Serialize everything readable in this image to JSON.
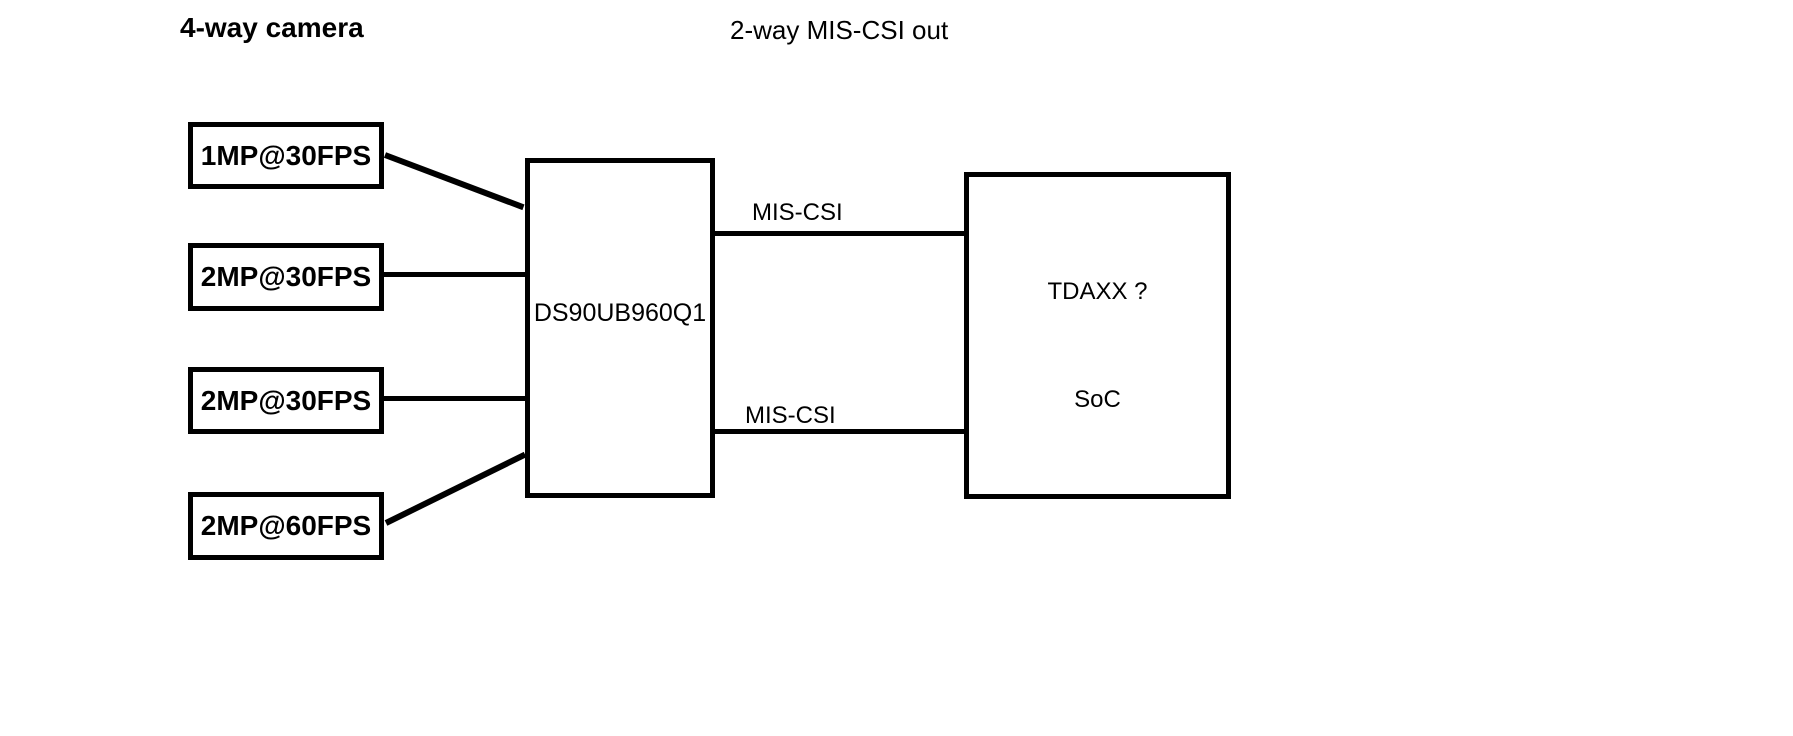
{
  "titles": {
    "left_group": "4-way camera",
    "right_group": "2-way MIS-CSI out"
  },
  "camera_boxes": [
    {
      "label": "1MP@30FPS"
    },
    {
      "label": "2MP@30FPS"
    },
    {
      "label": "2MP@30FPS"
    },
    {
      "label": "2MP@60FPS"
    }
  ],
  "deserializer_box": {
    "label": "DS90UB960Q1"
  },
  "soc_box": {
    "title": "TDAXX ?",
    "subtitle": "SoC"
  },
  "csi_links": [
    {
      "label": "MIS-CSI"
    },
    {
      "label": "MIS-CSI"
    }
  ],
  "colors": {
    "stroke": "#000000",
    "background": "#ffffff",
    "text": "#000000"
  }
}
